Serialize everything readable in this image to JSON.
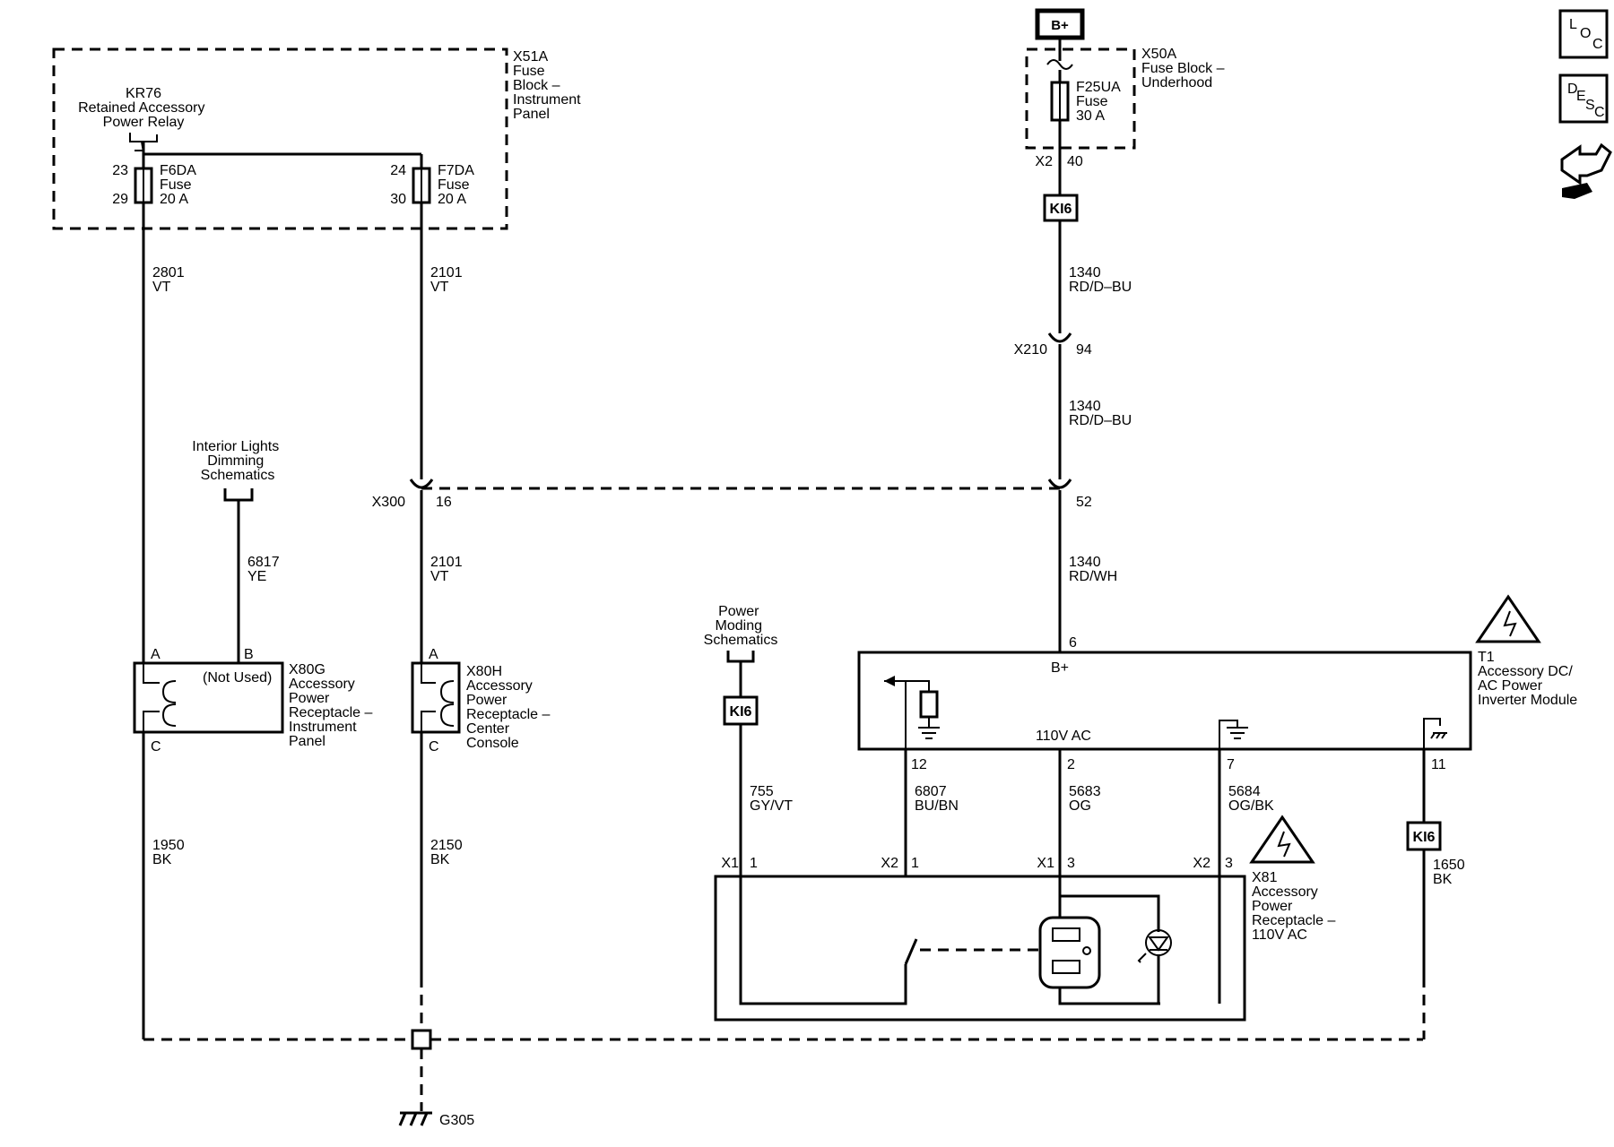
{
  "side_icons": {
    "loc": [
      "L",
      "O",
      "C"
    ],
    "desc": [
      "D",
      "E",
      "S",
      "C"
    ]
  },
  "battery": {
    "label": "B+"
  },
  "fuse_block_ip": {
    "ref": "X51A",
    "name_lines": [
      "Fuse",
      "Block –",
      "Instrument",
      "Panel"
    ]
  },
  "relay": {
    "ref": "KR76",
    "name_lines": [
      "Retained Accessory",
      "Power Relay"
    ]
  },
  "fuse_f6da": {
    "pin_in": "23",
    "pin_out": "29",
    "lines": [
      "F6DA",
      "Fuse",
      "20 A"
    ]
  },
  "fuse_f7da": {
    "pin_in": "24",
    "pin_out": "30",
    "lines": [
      "F7DA",
      "Fuse",
      "20 A"
    ]
  },
  "fuse_block_uh": {
    "ref": "X50A",
    "name_lines": [
      "Fuse Block –",
      "Underhood"
    ],
    "fuse_lines": [
      "F25UA",
      "Fuse",
      "30 A"
    ],
    "connector": "X2",
    "pin": "40"
  },
  "ki6_label": "KI6",
  "wires": {
    "w2801": {
      "circuit": "2801",
      "color": "VT"
    },
    "w2101_top": {
      "circuit": "2101",
      "color": "VT"
    },
    "w1340_a": {
      "circuit": "1340",
      "color": "RD/D–BU"
    },
    "w1340_b": {
      "circuit": "1340",
      "color": "RD/D–BU"
    },
    "w6817": {
      "circuit": "6817",
      "color": "YE"
    },
    "w2101_bot": {
      "circuit": "2101",
      "color": "VT"
    },
    "w1340_c": {
      "circuit": "1340",
      "color": "RD/WH"
    },
    "w755": {
      "circuit": "755",
      "color": "GY/VT"
    },
    "w6807": {
      "circuit": "6807",
      "color": "BU/BN"
    },
    "w5683": {
      "circuit": "5683",
      "color": "OG"
    },
    "w5684": {
      "circuit": "5684",
      "color": "OG/BK"
    },
    "w1950": {
      "circuit": "1950",
      "color": "BK"
    },
    "w2150": {
      "circuit": "2150",
      "color": "BK"
    },
    "w1650": {
      "circuit": "1650",
      "color": "BK"
    }
  },
  "x210": {
    "ref": "X210",
    "pin": "94"
  },
  "x300": {
    "ref": "X300",
    "pin_left": "16",
    "pin_right": "52"
  },
  "interior_lights": [
    "Interior Lights",
    "Dimming",
    "Schematics"
  ],
  "power_moding": [
    "Power",
    "Moding",
    "Schematics"
  ],
  "x80g": {
    "pin_a": "A",
    "pin_b": "B",
    "pin_c": "C",
    "not_used": "(Not Used)",
    "ref": "X80G",
    "name_lines": [
      "Accessory",
      "Power",
      "Receptacle –",
      "Instrument",
      "Panel"
    ]
  },
  "x80h": {
    "pin_a": "A",
    "pin_c": "C",
    "ref": "X80H",
    "name_lines": [
      "Accessory",
      "Power",
      "Receptacle –",
      "Center",
      "Console"
    ]
  },
  "inverter": {
    "pin_bplus": "6",
    "bplus_label": "B+",
    "ac_label": "110V AC",
    "ref": "T1",
    "name_lines": [
      "Accessory DC/",
      "AC Power",
      "Inverter Module"
    ],
    "pins": [
      "12",
      "2",
      "7",
      "11"
    ]
  },
  "x81": {
    "ref": "X81",
    "name_lines": [
      "Accessory",
      "Power",
      "Receptacle –",
      "110V AC"
    ],
    "pins": [
      {
        "conn": "X1",
        "pin": "1"
      },
      {
        "conn": "X2",
        "pin": "1"
      },
      {
        "conn": "X1",
        "pin": "3"
      },
      {
        "conn": "X2",
        "pin": "3"
      }
    ]
  },
  "ground": {
    "ref": "G305"
  }
}
